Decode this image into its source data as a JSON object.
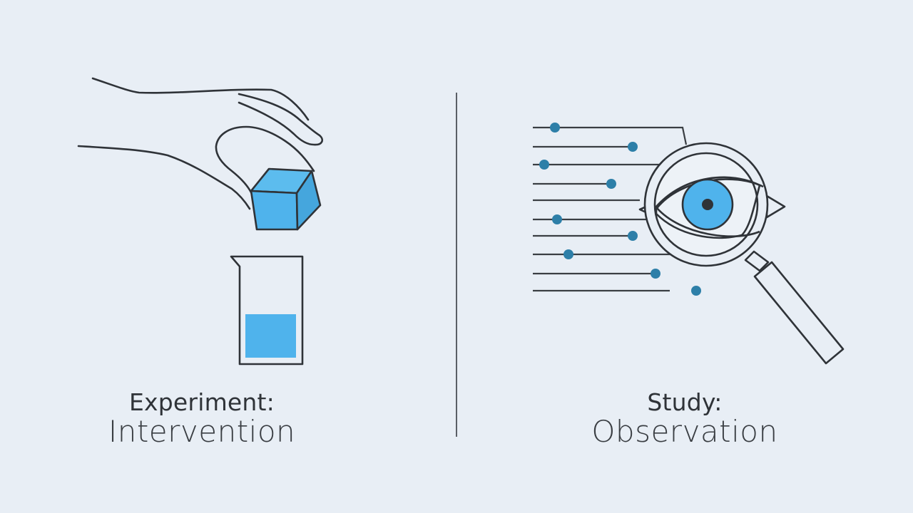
{
  "left_panel": {
    "title": "Experiment:",
    "subtitle": "Intervention",
    "illustration": "hand-dropping-cube-into-beaker-icon"
  },
  "right_panel": {
    "title": "Study:",
    "subtitle": "Observation",
    "illustration": "magnifying-glass-over-eye-with-data-lines-icon"
  },
  "colors": {
    "background": "#e8eef5",
    "stroke": "#2f3338",
    "accent_blue": "#4fb3ec",
    "dot_blue": "#2d7fa8"
  }
}
